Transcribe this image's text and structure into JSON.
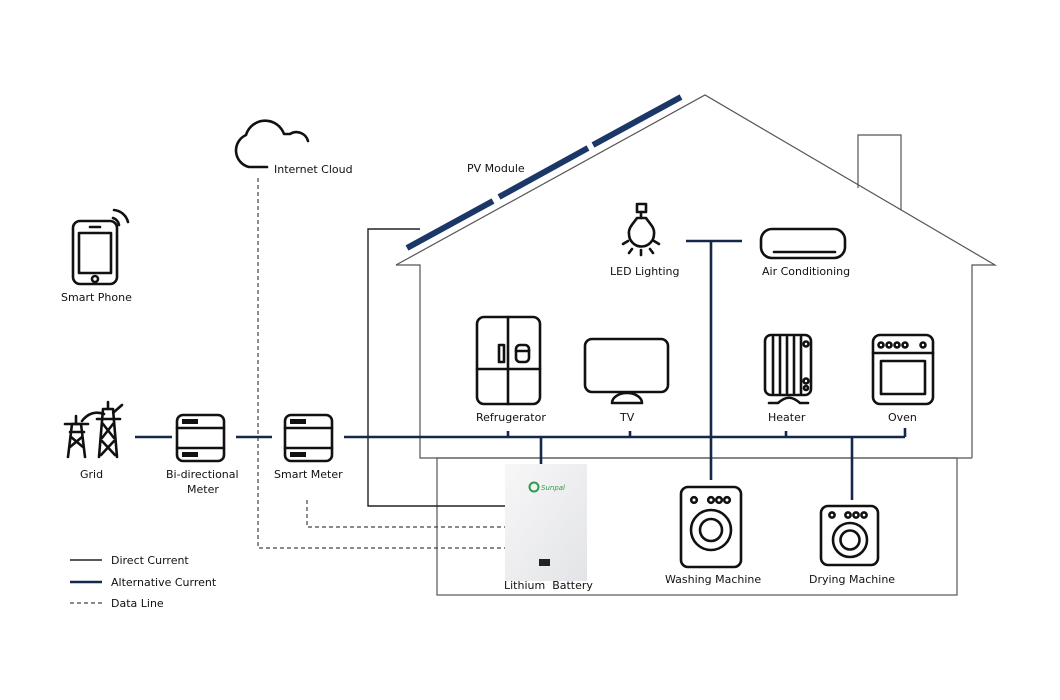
{
  "title": "Home solar energy storage system diagram",
  "colors": {
    "alternative_current": "#15284b",
    "direct_current": "#222222",
    "data_line": "#444444",
    "pv_module": "#1a3768",
    "battery_brand": "#2e9b4a"
  },
  "components": {
    "internet_cloud": "Internet Cloud",
    "pv_module": "PV Module",
    "smart_phone": "Smart Phone",
    "led_lighting": "LED Lighting",
    "air_conditioning": "Air Conditioning",
    "refrigerator": "Refrugerator",
    "tv": "TV",
    "heater": "Heater",
    "oven": "Oven",
    "grid": "Grid",
    "bidirectional_meter_line1": "Bi-directional",
    "bidirectional_meter_line2": "Meter",
    "smart_meter": "Smart Meter",
    "lithium_battery": "Lithium  Battery",
    "battery_brand": "Sunpal",
    "washing_machine": "Washing Machine",
    "drying_machine": "Drying Machine"
  },
  "legend": [
    {
      "label": "Direct Current",
      "style": "solid-thin"
    },
    {
      "label": "Alternative Current",
      "style": "solid-thick"
    },
    {
      "label": "Data Line",
      "style": "dashed"
    }
  ]
}
